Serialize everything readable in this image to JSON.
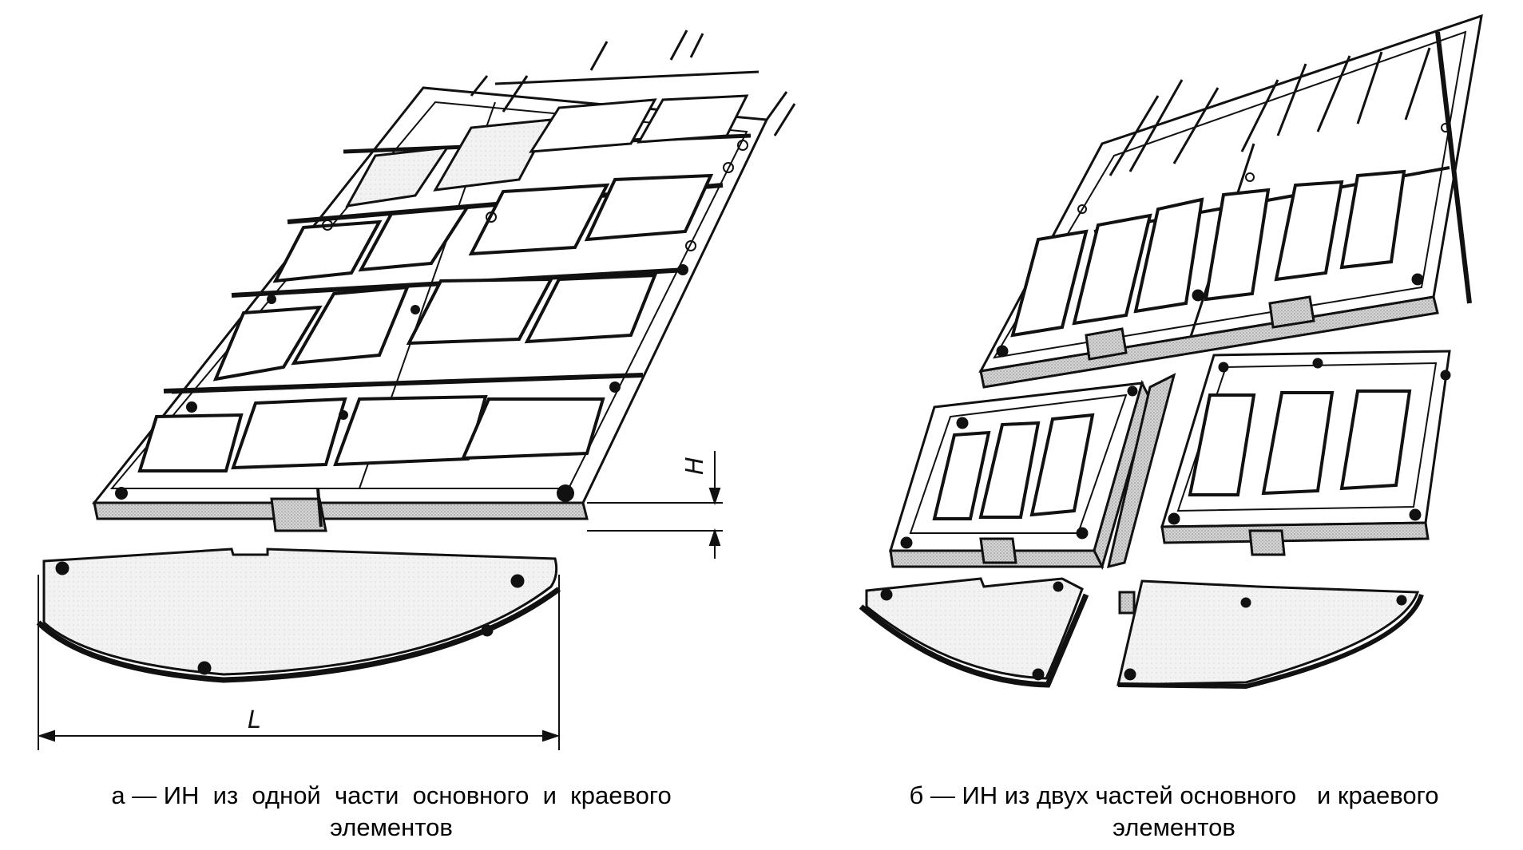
{
  "figure": {
    "dimension_labels": {
      "height": "H",
      "length": "L"
    },
    "captions": {
      "a": {
        "line1": "а — ИН  из  одной  части  основного  и  краевого",
        "line2": "элементов"
      },
      "b": {
        "line1": "б — ИН из двух частей основного   и краевого",
        "line2": "элементов"
      }
    }
  }
}
